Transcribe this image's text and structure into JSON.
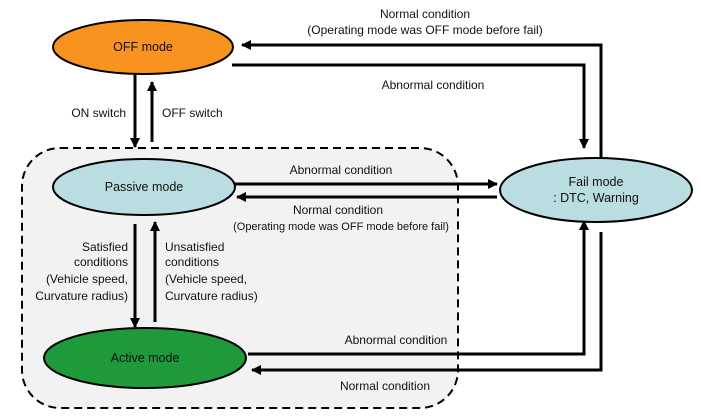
{
  "states": {
    "off": {
      "label": "OFF mode",
      "fill": "#F7931E"
    },
    "passive": {
      "label": "Passive mode",
      "fill": "#B9DDE0"
    },
    "active": {
      "label": "Active mode",
      "fill": "#1E9A3A"
    },
    "fail": {
      "line1": "Fail mode",
      "line2": ": DTC, Warning",
      "fill": "#B9DDE0"
    }
  },
  "region_fill": "#F2F2F2",
  "transitions": {
    "fail_to_off": {
      "line1": "Normal condition",
      "line2": "(Operating mode was OFF mode before fail)"
    },
    "off_to_fail": "Abnormal condition",
    "on_switch": "ON switch",
    "off_switch": "OFF switch",
    "passive_to_fail": "Abnormal condition",
    "fail_to_passive": {
      "line1": "Normal condition",
      "line2": "(Operating mode was OFF mode before fail)"
    },
    "passive_to_active": {
      "line1": "Satisfied",
      "line2": "conditions",
      "line3": "(Vehicle speed,",
      "line4": "Curvature radius)"
    },
    "active_to_passive": {
      "line1": "Unsatisfied",
      "line2": "conditions",
      "line3": "(Vehicle speed,",
      "line4": "Curvature radius)"
    },
    "active_to_fail": "Abnormal condition",
    "fail_to_active": "Normal condition"
  }
}
